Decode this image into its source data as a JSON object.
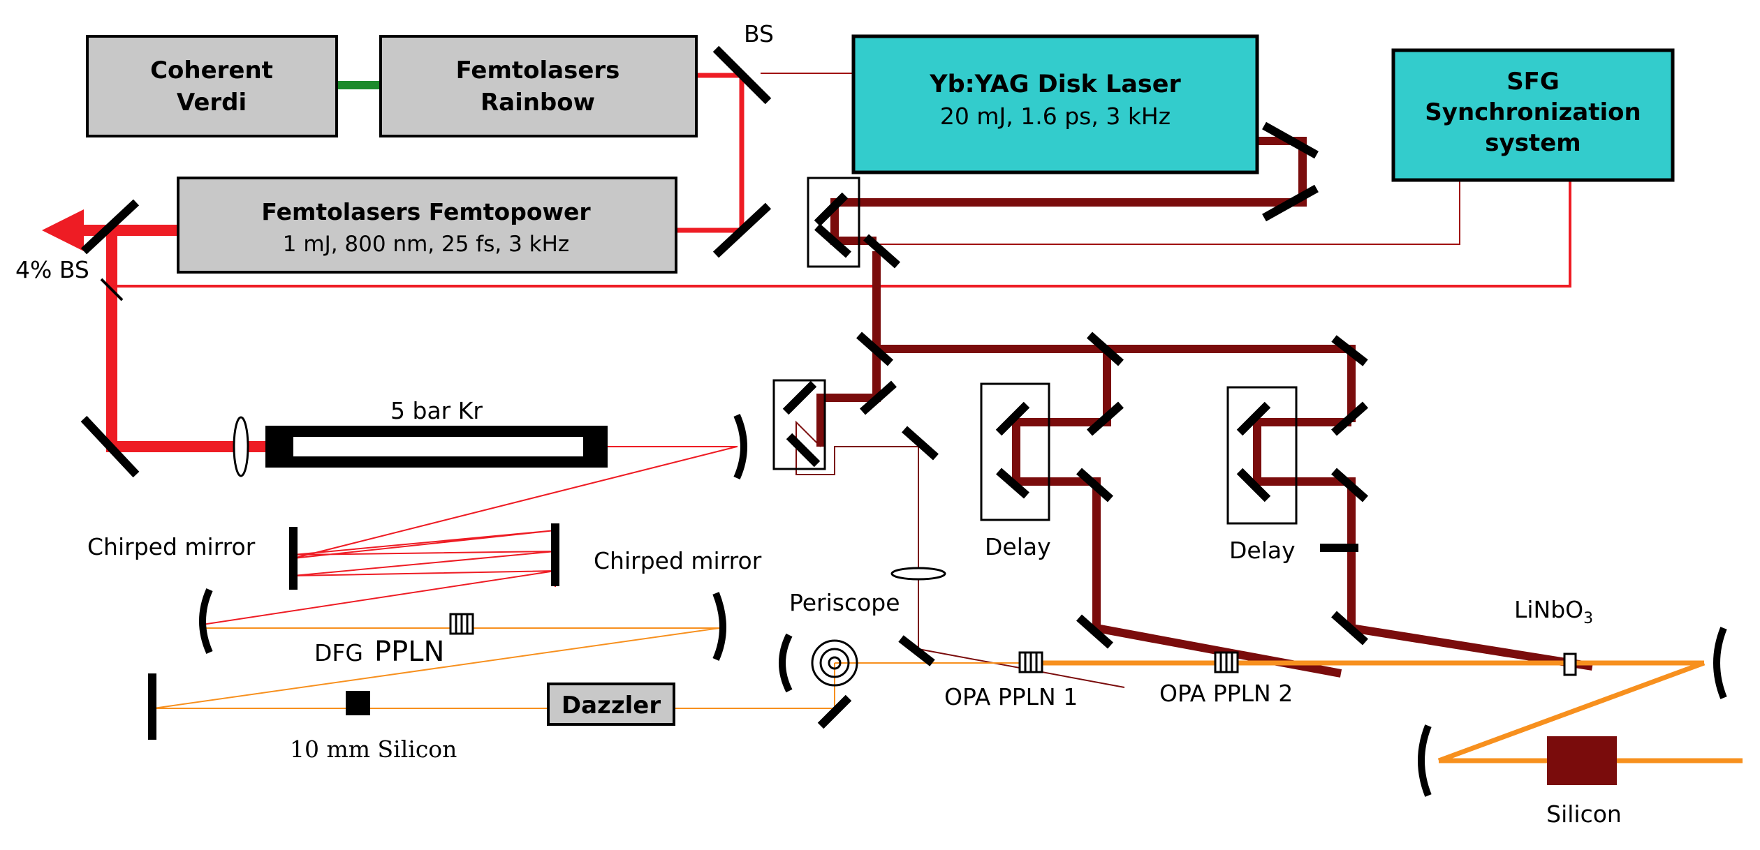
{
  "boxes": {
    "verdi": {
      "line1": "Coherent",
      "line2": "Verdi"
    },
    "rainbow": {
      "line1": "Femtolasers",
      "line2": "Rainbow"
    },
    "femtopower": {
      "line1": "Femtolasers Femtopower",
      "line2": "1 mJ, 800 nm, 25 fs, 3 kHz"
    },
    "ybyag": {
      "line1": "Yb:YAG Disk Laser",
      "line2": "20 mJ, 1.6 ps, 3 kHz"
    },
    "sfg": {
      "line1": "SFG",
      "line2": "Synchronization",
      "line3": "system"
    },
    "dazzler": {
      "label": "Dazzler"
    }
  },
  "labels": {
    "bs": "BS",
    "bs4": "4% BS",
    "kr": "5 bar Kr",
    "chirped1": "Chirped mirror",
    "chirped2": "Chirped mirror",
    "dfg": "DFG",
    "ppln": "PPLN",
    "silicon10": "10 mm Silicon",
    "periscope": "Periscope",
    "delay1": "Delay",
    "delay2": "Delay",
    "opa1": "OPA PPLN 1",
    "opa2": "OPA PPLN 2",
    "linbo": "LiNbO",
    "linbo_sub": "3",
    "silicon": "Silicon"
  },
  "colors": {
    "ti_sapphire_beam": "#ee1c24",
    "yb_beam": "#7a0c0c",
    "mid_ir_beam": "#f7901e",
    "pump_green": "#1c8a2b",
    "gray_box": "#c8c8c8",
    "cyan_box": "#33cccc",
    "silicon_block": "#7a0c0c"
  }
}
